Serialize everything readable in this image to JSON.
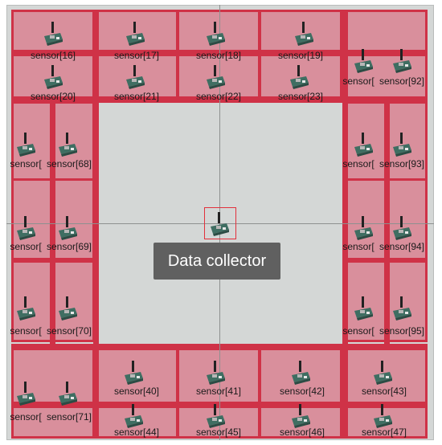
{
  "collector": {
    "label": "Data collector"
  },
  "sensors": [
    {
      "label": "sensor[16]"
    },
    {
      "label": "sensor[17]"
    },
    {
      "label": "sensor[18]"
    },
    {
      "label": "sensor[19]"
    },
    {
      "label": "sensor[20]"
    },
    {
      "label": "sensor[21]"
    },
    {
      "label": "sensor[22]"
    },
    {
      "label": "sensor[23]"
    },
    {
      "label": "sensor[40]"
    },
    {
      "label": "sensor[41]"
    },
    {
      "label": "sensor[42]"
    },
    {
      "label": "sensor[43]"
    },
    {
      "label": "sensor[44]"
    },
    {
      "label": "sensor[45]"
    },
    {
      "label": "sensor[46]"
    },
    {
      "label": "sensor[47]"
    },
    {
      "label": "sensor[68]"
    },
    {
      "label": "sensor[69]"
    },
    {
      "label": "sensor[70]"
    },
    {
      "label": "sensor[71]"
    },
    {
      "label": "sensor[92]"
    },
    {
      "label": "sensor[93]"
    },
    {
      "label": "sensor[94]"
    },
    {
      "label": "sensor[95]"
    },
    {
      "label": "sensor["
    },
    {
      "label": "sensor["
    },
    {
      "label": "sensor["
    },
    {
      "label": "sensor["
    },
    {
      "label": "sensor["
    },
    {
      "label": "sensor["
    },
    {
      "label": "sensor["
    },
    {
      "label": "sensor["
    }
  ],
  "colors": {
    "zone_fill": "#d98f9c",
    "zone_border": "#cf3247",
    "field": "#d4d7d6",
    "tooltip_bg": "#606060"
  },
  "icons": {
    "sensor": "sensor-node-icon"
  }
}
